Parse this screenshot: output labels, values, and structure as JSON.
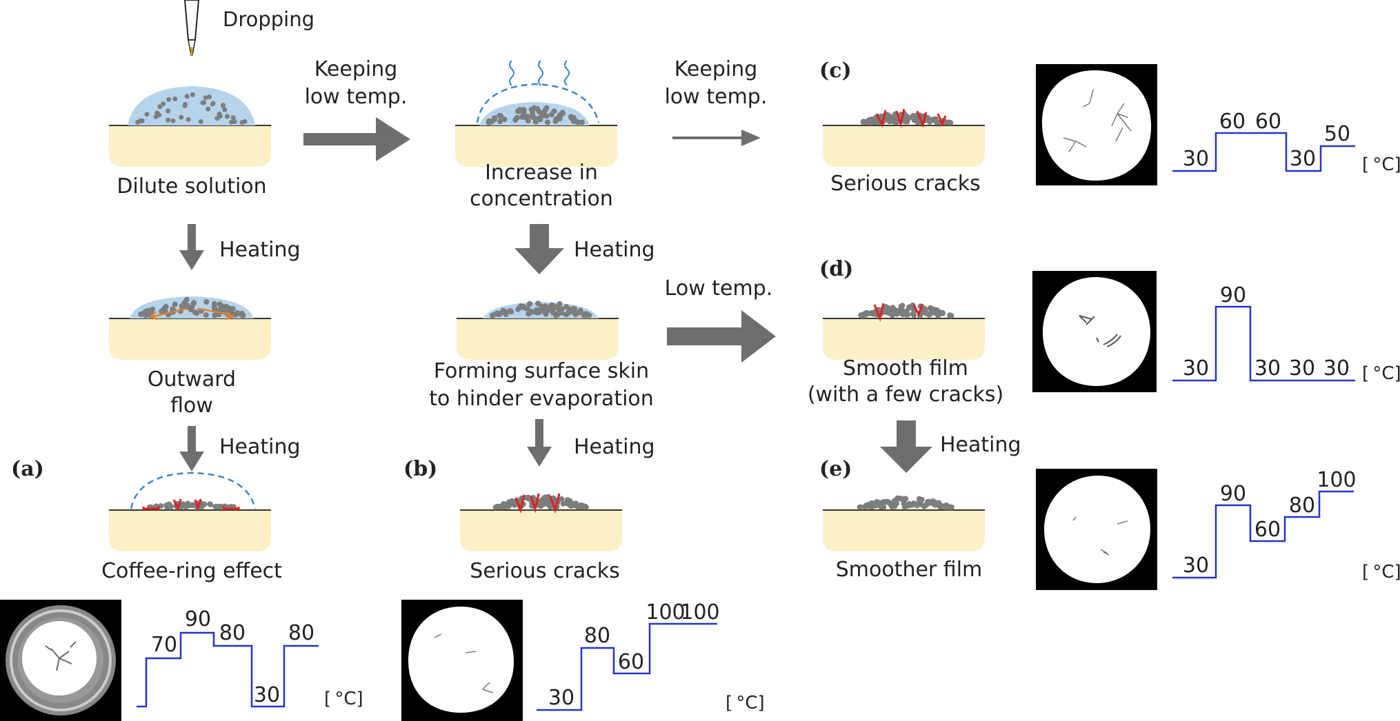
{
  "labels": {
    "dropping": "Dropping",
    "keeping_low_1a": "Keeping",
    "keeping_low_1b": "low temp.",
    "keeping_low_2a": "Keeping",
    "keeping_low_2b": "low temp.",
    "low_temp": "Low temp.",
    "heating": "Heating"
  },
  "captions": {
    "dilute": "Dilute solution",
    "increase_1": "Increase in",
    "increase_2": "concentration",
    "outward_1": "Outward",
    "outward_2": "flow",
    "skin_1": "Forming surface skin",
    "skin_2": "to hinder evaporation",
    "coffee": "Coffee-ring effect",
    "serious_b": "Serious cracks",
    "serious_c": "Serious cracks",
    "smooth_1": "Smooth film",
    "smooth_2": "(with a few cracks)",
    "smoother": "Smoother film"
  },
  "panels": {
    "a": "(a)",
    "b": "(b)",
    "c": "(c)",
    "d": "(d)",
    "e": "(e)"
  },
  "unit": "[ °C]",
  "profiles": {
    "a": [
      "70",
      "90",
      "80",
      "30",
      "80"
    ],
    "b": [
      "30",
      "80",
      "60",
      "100",
      "100"
    ],
    "c": [
      "30",
      "60",
      "60",
      "30",
      "50"
    ],
    "d": [
      "30",
      "90",
      "30",
      "30",
      "30"
    ],
    "e": [
      "30",
      "90",
      "60",
      "80",
      "100"
    ]
  },
  "colors": {
    "substrate": "#fdf0c6",
    "droplet": "#b6d3ec",
    "particle": "#7d7d7d",
    "arrow": "#6e6e6e",
    "crack": "#e02020",
    "flow": "#e08030",
    "profile_line": "#2233cc",
    "dashed": "#3a86c8"
  }
}
